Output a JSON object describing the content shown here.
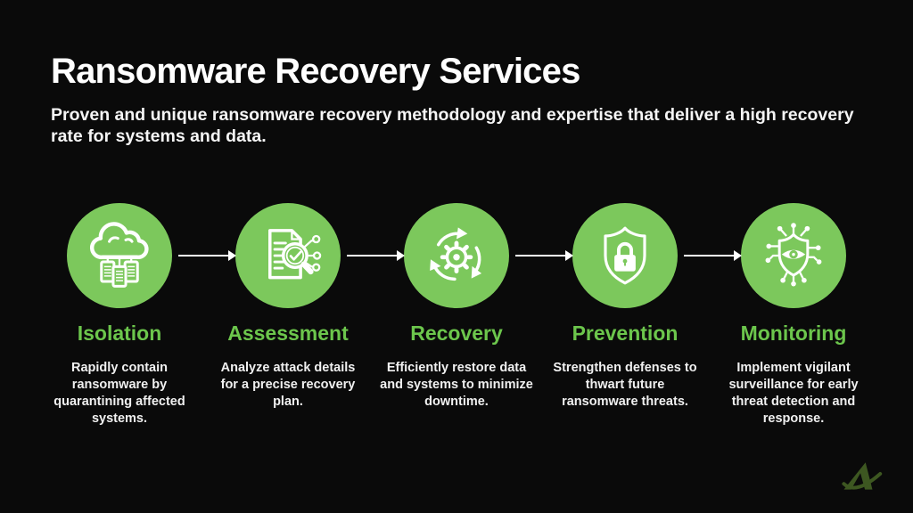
{
  "colors": {
    "background": "#0a0a0a",
    "circle_green": "#7cc85c",
    "label_green": "#6cc64c",
    "text_white": "#f5f5f5",
    "arrow_white": "#ffffff",
    "logo_green": "#3d5721"
  },
  "header": {
    "title": "Ransomware Recovery Services",
    "subtitle": "Proven and unique ransomware recovery methodology and expertise that deliver a high recovery rate for systems and data."
  },
  "steps": [
    {
      "label": "Isolation",
      "description": "Rapidly contain ransomware by quarantining affected systems.",
      "icon": "cloud-servers-icon"
    },
    {
      "label": "Assessment",
      "description": "Analyze attack details for a precise recovery plan.",
      "icon": "document-magnifier-check-icon"
    },
    {
      "label": "Recovery",
      "description": "Efficiently restore data and systems to minimize downtime.",
      "icon": "gear-cycle-arrows-icon"
    },
    {
      "label": "Prevention",
      "description": "Strengthen defenses to thwart future ransomware threats.",
      "icon": "shield-padlock-icon"
    },
    {
      "label": "Monitoring",
      "description": "Implement vigilant surveillance for early threat detection and response.",
      "icon": "shield-eye-circuit-icon"
    }
  ],
  "logo": {
    "icon": "alpha-swoosh-logo"
  }
}
